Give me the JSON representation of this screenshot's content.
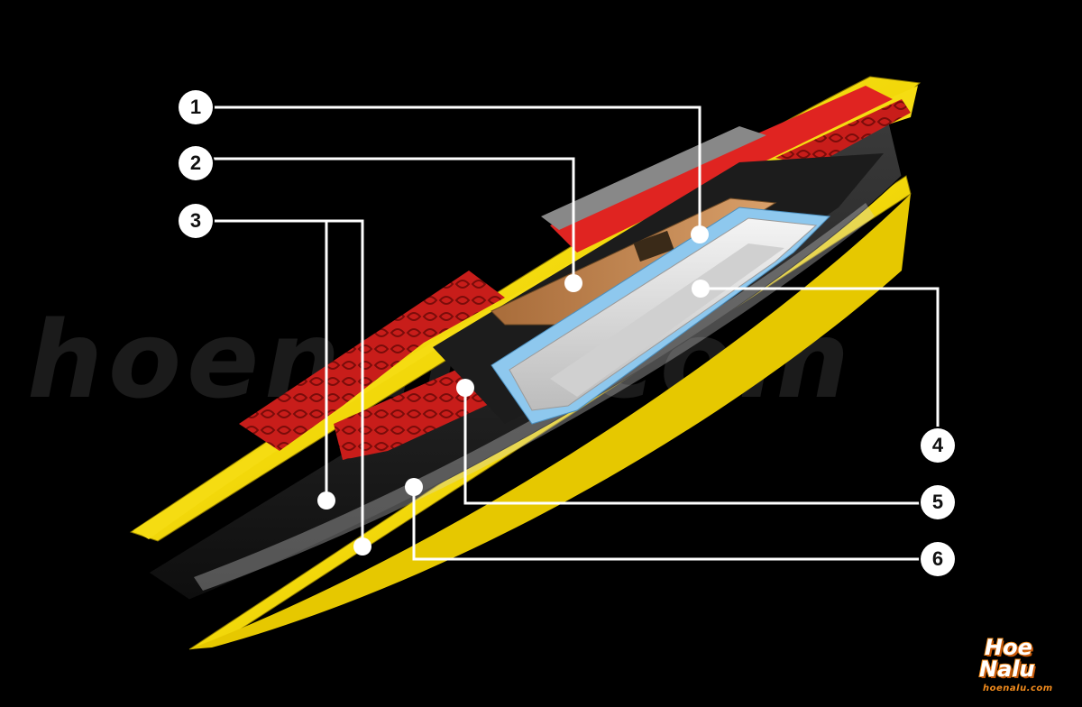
{
  "watermark": {
    "text": "hoenalu.com"
  },
  "logo": {
    "line1": "Hoe",
    "line2": "Nalu",
    "url": "hoenalu.com"
  },
  "callouts": [
    {
      "label": "1"
    },
    {
      "label": "2"
    },
    {
      "label": "3"
    },
    {
      "label": "4"
    },
    {
      "label": "5"
    },
    {
      "label": "6"
    }
  ],
  "colors": {
    "background": "#000000",
    "board_yellow": "#f2d80a",
    "board_red": "#d8231e",
    "carbon": "#1a1a1a",
    "wood": "#c48a55",
    "foam": "#e8e8e8",
    "glass_blue": "#8ec8ee",
    "callout": "#ffffff"
  }
}
